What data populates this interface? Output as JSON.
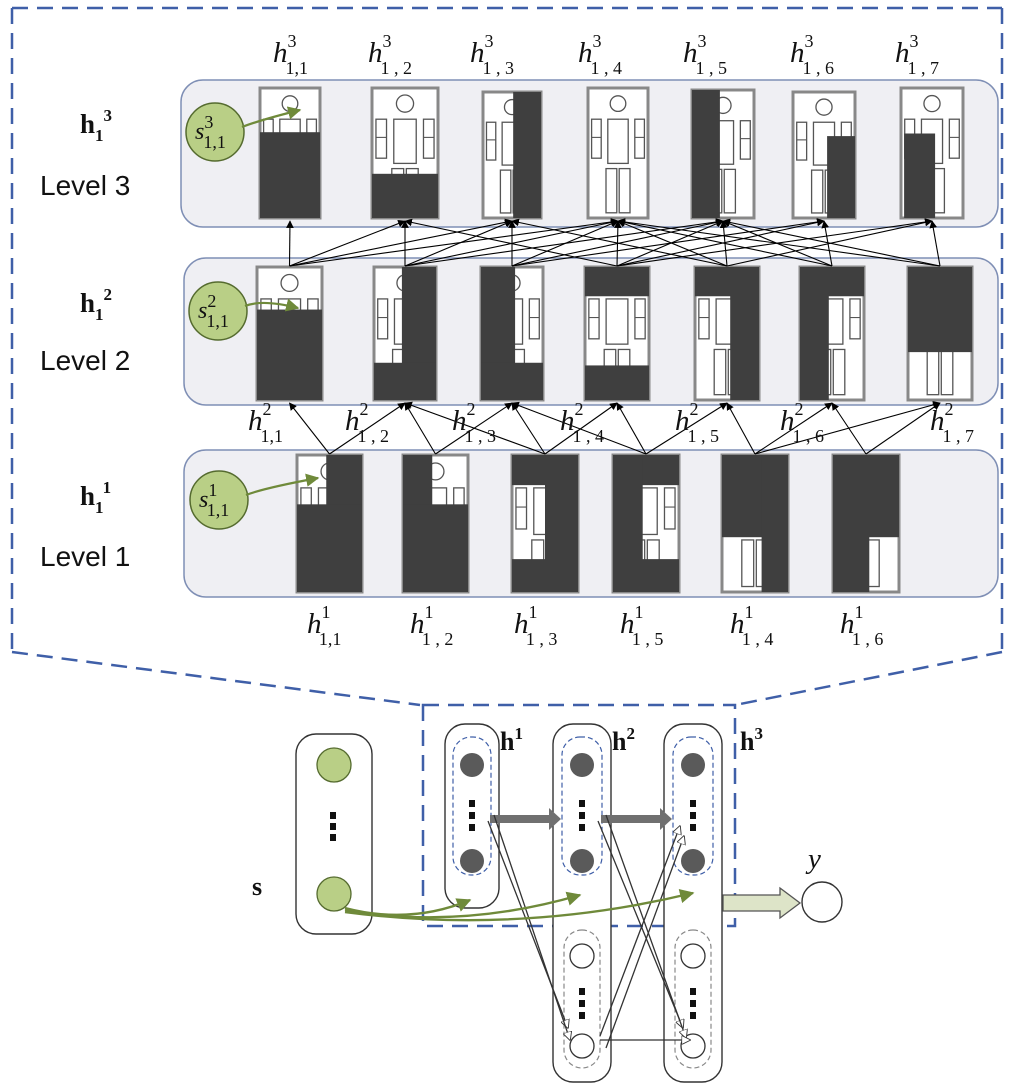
{
  "levels": [
    {
      "title_base": "h",
      "title_sub": "1",
      "title_sup": "3",
      "name": "Level 3",
      "s_label": {
        "base": "s",
        "sup": "3",
        "sub": "1,1"
      },
      "h_labels": [
        {
          "base": "h",
          "sup": "3",
          "sub": "1,1"
        },
        {
          "base": "h",
          "sup": "3",
          "sub": "1 , 2"
        },
        {
          "base": "h",
          "sup": "3",
          "sub": "1 , 3"
        },
        {
          "base": "h",
          "sup": "3",
          "sub": "1 , 4"
        },
        {
          "base": "h",
          "sup": "3",
          "sub": "1 , 5"
        },
        {
          "base": "h",
          "sup": "3",
          "sub": "1 , 6"
        },
        {
          "base": "h",
          "sup": "3",
          "sub": "1 , 7"
        }
      ]
    },
    {
      "title_base": "h",
      "title_sub": "1",
      "title_sup": "2",
      "name": "Level 2",
      "s_label": {
        "base": "s",
        "sup": "2",
        "sub": "1,1"
      },
      "h_labels": [
        {
          "base": "h",
          "sup": "2",
          "sub": "1,1"
        },
        {
          "base": "h",
          "sup": "2",
          "sub": "1 , 2"
        },
        {
          "base": "h",
          "sup": "2",
          "sub": "1 , 3"
        },
        {
          "base": "h",
          "sup": "2",
          "sub": "1 , 4"
        },
        {
          "base": "h",
          "sup": "2",
          "sub": "1 , 5"
        },
        {
          "base": "h",
          "sup": "2",
          "sub": "1 , 6"
        },
        {
          "base": "h",
          "sup": "2",
          "sub": "1 , 7"
        }
      ]
    },
    {
      "title_base": "h",
      "title_sub": "1",
      "title_sup": "1",
      "name": "Level 1",
      "s_label": {
        "base": "s",
        "sup": "1",
        "sub": "1,1"
      },
      "h_labels": [
        {
          "base": "h",
          "sup": "1",
          "sub": "1,1"
        },
        {
          "base": "h",
          "sup": "1",
          "sub": "1 , 2"
        },
        {
          "base": "h",
          "sup": "1",
          "sub": "1 , 3"
        },
        {
          "base": "h",
          "sup": "1",
          "sub": "1 , 5"
        },
        {
          "base": "h",
          "sup": "1",
          "sub": "1 , 4"
        },
        {
          "base": "h",
          "sup": "1",
          "sub": "1 , 6"
        }
      ]
    }
  ],
  "network": {
    "input_label": "s",
    "layer_labels": [
      {
        "base": "h",
        "sup": "1"
      },
      {
        "base": "h",
        "sup": "2"
      },
      {
        "base": "h",
        "sup": "3"
      }
    ],
    "output_label": "y"
  },
  "colors": {
    "panel_fill": "#efeff3",
    "panel_stroke": "#7f8fb5",
    "dash_blue": "#3f5fa8",
    "mask_dark": "#3f3f3f",
    "node_green": "#b9cf86",
    "node_green_stroke": "#556b2f",
    "arrow_green": "#6f8a3a",
    "node_dark": "#5a5a5a",
    "arrow_gray": "#707070",
    "out_arrow": "#dde4c8"
  }
}
